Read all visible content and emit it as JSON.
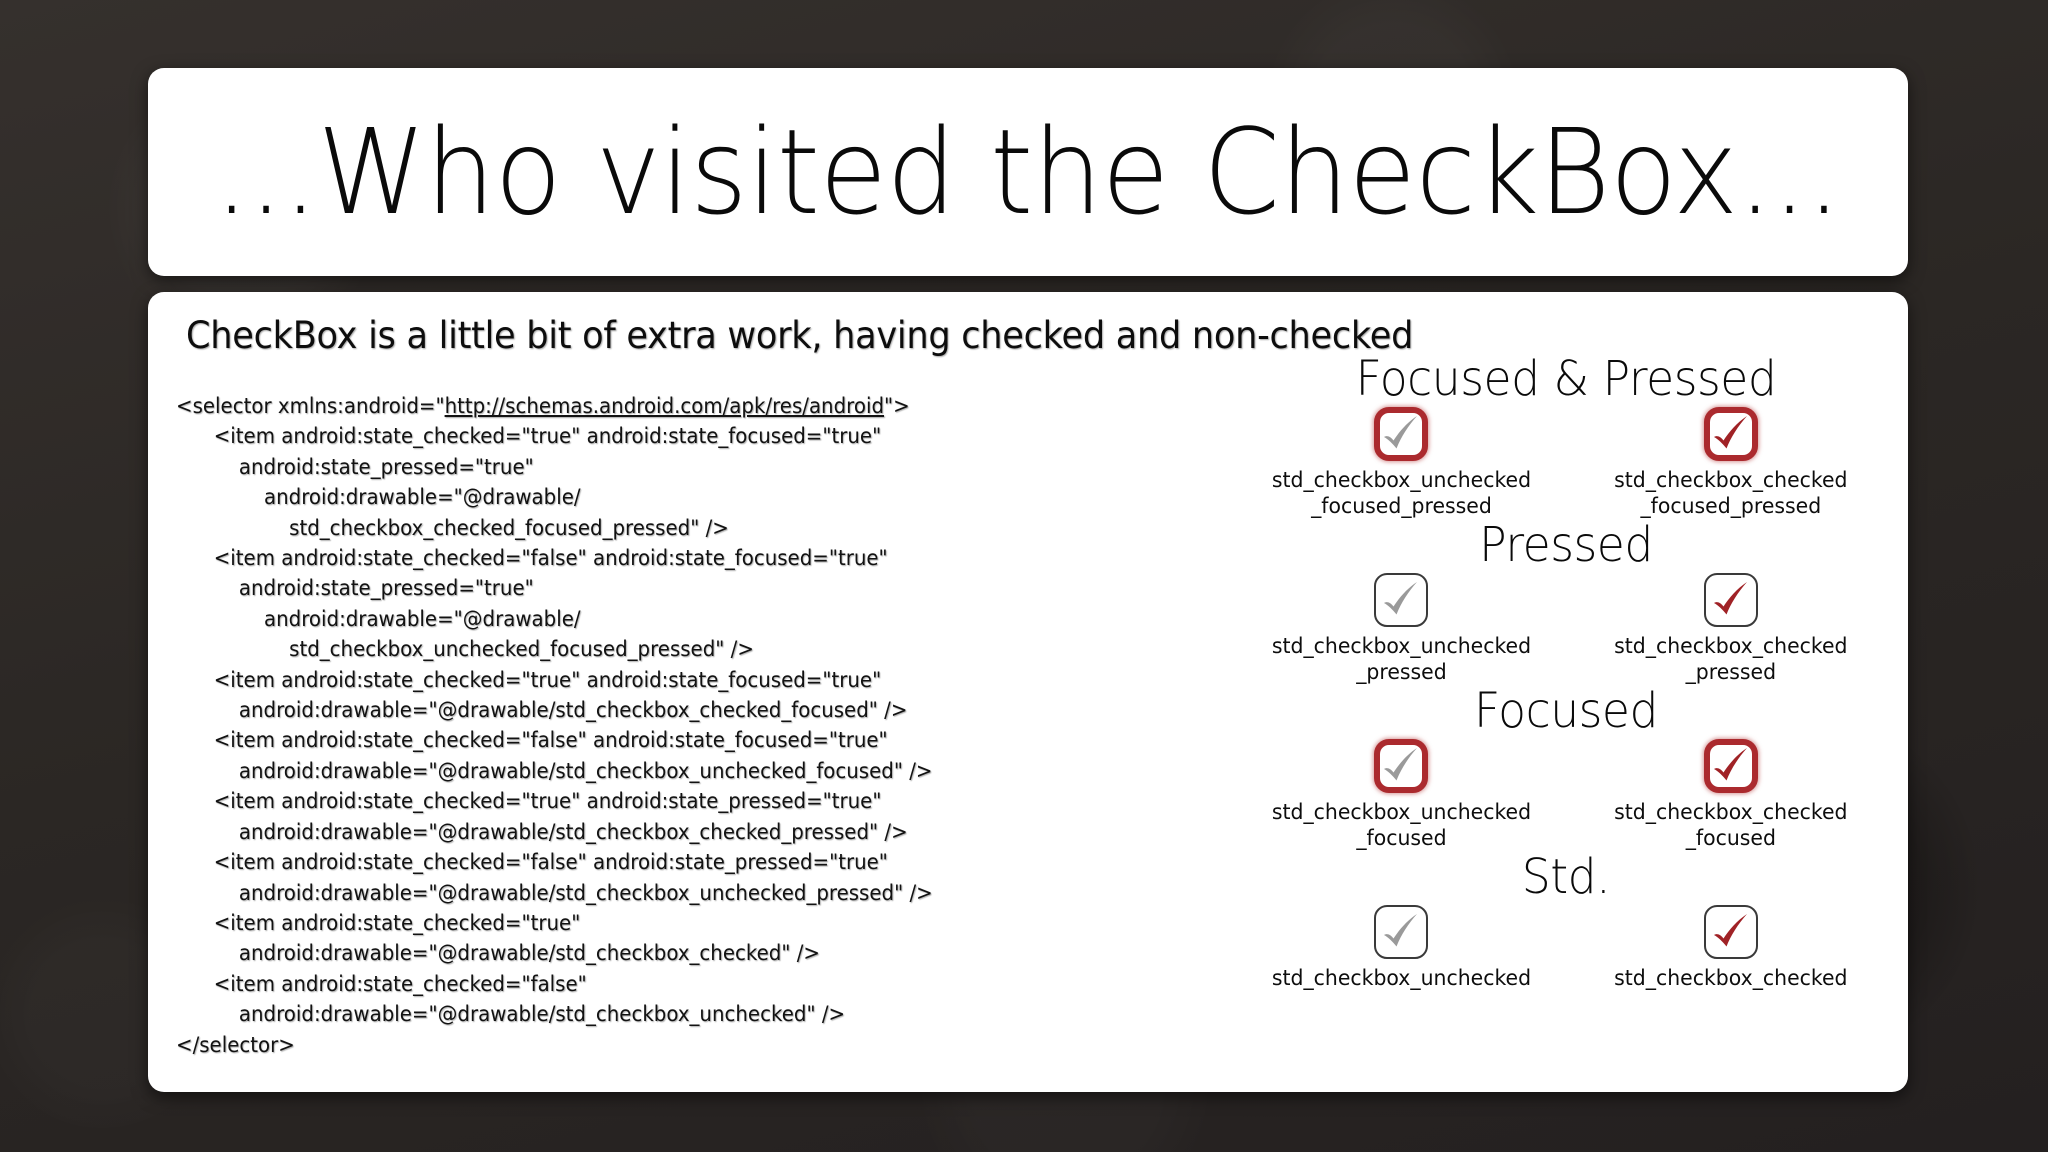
{
  "slide": {
    "background_color": "#2e2a27",
    "card_color": "#ffffff",
    "accent_color": "#ab2a2e",
    "check_gray": "#9a9a9a",
    "check_red": "#a02226"
  },
  "title": {
    "text": "...Who visited the CheckBox..."
  },
  "subtitle": {
    "text": "CheckBox is a little bit of extra work, having checked and non-checked"
  },
  "code": {
    "language": "xml",
    "link_text": "http://schemas.android.com/apk/res/android",
    "lines": [
      {
        "indent": 0,
        "pre": "<selector xmlns:android=\"",
        "link": "http://schemas.android.com/apk/res/android",
        "post": "\">"
      },
      {
        "indent": 3,
        "text": "<item android:state_checked=\"true\" android:state_focused=\"true\""
      },
      {
        "indent": 5,
        "text": "android:state_pressed=\"true\""
      },
      {
        "indent": 7,
        "text": "android:drawable=\"@drawable/"
      },
      {
        "indent": 9,
        "text": "std_checkbox_checked_focused_pressed\" />"
      },
      {
        "indent": 3,
        "text": "<item android:state_checked=\"false\" android:state_focused=\"true\""
      },
      {
        "indent": 5,
        "text": "android:state_pressed=\"true\""
      },
      {
        "indent": 7,
        "text": "android:drawable=\"@drawable/"
      },
      {
        "indent": 9,
        "text": "std_checkbox_unchecked_focused_pressed\" />"
      },
      {
        "indent": 3,
        "text": "<item android:state_checked=\"true\" android:state_focused=\"true\""
      },
      {
        "indent": 5,
        "text": "android:drawable=\"@drawable/std_checkbox_checked_focused\" />"
      },
      {
        "indent": 3,
        "text": "<item android:state_checked=\"false\" android:state_focused=\"true\""
      },
      {
        "indent": 5,
        "text": "android:drawable=\"@drawable/std_checkbox_unchecked_focused\" />"
      },
      {
        "indent": 3,
        "text": "<item android:state_checked=\"true\" android:state_pressed=\"true\""
      },
      {
        "indent": 5,
        "text": "android:drawable=\"@drawable/std_checkbox_checked_pressed\" />"
      },
      {
        "indent": 3,
        "text": "<item android:state_checked=\"false\" android:state_pressed=\"true\""
      },
      {
        "indent": 5,
        "text": "android:drawable=\"@drawable/std_checkbox_unchecked_pressed\" />"
      },
      {
        "indent": 3,
        "text": "<item android:state_checked=\"true\""
      },
      {
        "indent": 5,
        "text": "android:drawable=\"@drawable/std_checkbox_checked\" />"
      },
      {
        "indent": 3,
        "text": "<item android:state_checked=\"false\""
      },
      {
        "indent": 5,
        "text": "android:drawable=\"@drawable/std_checkbox_unchecked\" />"
      },
      {
        "indent": 0,
        "text": "</selector>"
      }
    ]
  },
  "gallery": {
    "groups": [
      {
        "heading": "Focused & Pressed",
        "box_style": "glow",
        "cells": [
          {
            "label": "std_checkbox_unchecked\n_focused_pressed",
            "check": "gray"
          },
          {
            "label": "std_checkbox_checked\n_focused_pressed",
            "check": "red"
          }
        ]
      },
      {
        "heading": "Pressed",
        "box_style": "plain",
        "cells": [
          {
            "label": "std_checkbox_unchecked\n_pressed",
            "check": "gray"
          },
          {
            "label": "std_checkbox_checked\n_pressed",
            "check": "red"
          }
        ]
      },
      {
        "heading": "Focused",
        "box_style": "glow",
        "cells": [
          {
            "label": "std_checkbox_unchecked\n_focused",
            "check": "gray"
          },
          {
            "label": "std_checkbox_checked\n_focused",
            "check": "red"
          }
        ]
      },
      {
        "heading": "Std.",
        "box_style": "plain",
        "cells": [
          {
            "label": "std_checkbox_unchecked",
            "check": "gray"
          },
          {
            "label": "std_checkbox_checked",
            "check": "red"
          }
        ]
      }
    ]
  }
}
